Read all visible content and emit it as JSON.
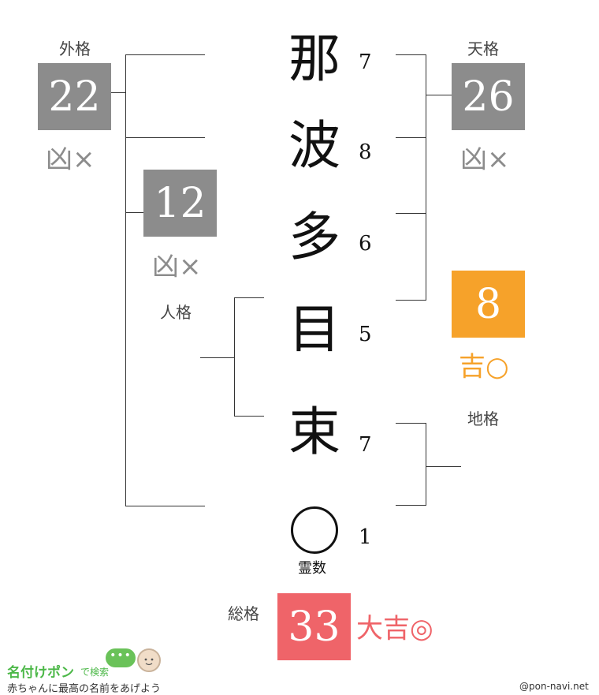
{
  "labels": {
    "gaikaku": "外格",
    "tenkaku": "天格",
    "jinkaku": "人格",
    "chikaku": "地格",
    "soukaku": "総格",
    "reisu": "霊数"
  },
  "scores": {
    "gaikaku": {
      "value": "22",
      "fortune": "凶×",
      "color": "#8c8c8c"
    },
    "tenkaku": {
      "value": "26",
      "fortune": "凶×",
      "color": "#8c8c8c"
    },
    "jinkaku": {
      "value": "12",
      "fortune": "凶×",
      "color": "#8c8c8c"
    },
    "chikaku": {
      "value": "8",
      "fortune": "吉○",
      "color": "#f6a22a"
    },
    "soukaku": {
      "value": "33",
      "fortune": "大吉◎",
      "color": "#ef6469"
    }
  },
  "characters": [
    {
      "char": "那",
      "strokes": "7"
    },
    {
      "char": "波",
      "strokes": "8"
    },
    {
      "char": "多",
      "strokes": "6"
    },
    {
      "char": "目",
      "strokes": "5"
    },
    {
      "char": "束",
      "strokes": "7"
    },
    {
      "char": "",
      "strokes": "1"
    }
  ],
  "footer": {
    "logo": "名付けポン",
    "logo_suffix": "で検索",
    "tagline": "赤ちゃんに最高の名前をあげよう",
    "bubble": "•••",
    "credit": "@pon-navi.net"
  }
}
